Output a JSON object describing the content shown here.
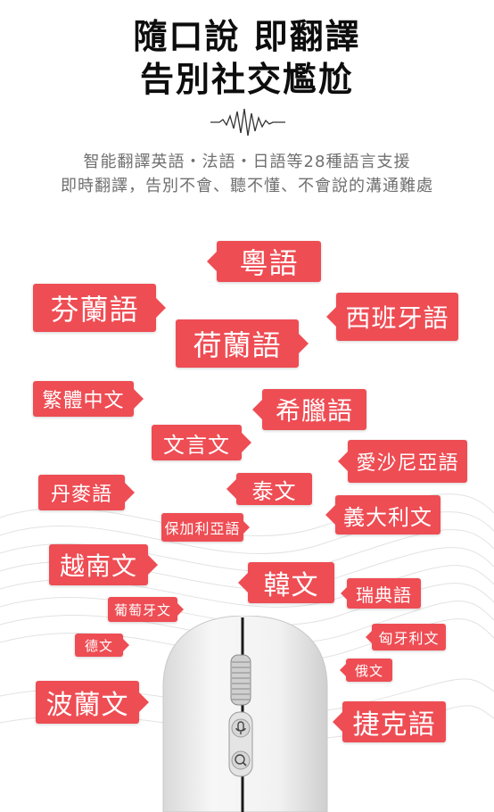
{
  "headline": {
    "line1": "隨口說 即翻譯",
    "line2": "告別社交尷尬"
  },
  "subtitle": {
    "line1": "智能翻譯英語・法語・日語等28種語言支援",
    "line2": "即時翻譯，告別不會、聽不懂、不會說的溝通難處"
  },
  "languages": {
    "cantonese": "粵語",
    "finnish": "芬蘭語",
    "spanish": "西班牙語",
    "dutch": "荷蘭語",
    "trad_chinese": "繁體中文",
    "greek": "希臘語",
    "classical_chinese": "文言文",
    "estonian": "愛沙尼亞語",
    "danish": "丹麥語",
    "thai": "泰文",
    "italian": "義大利文",
    "bulgarian": "保加利亞語",
    "vietnamese": "越南文",
    "korean": "韓文",
    "swedish": "瑞典語",
    "portuguese": "葡萄牙文",
    "german": "德文",
    "hungarian": "匈牙利文",
    "russian": "俄文",
    "polish": "波蘭文",
    "czech": "捷克語"
  },
  "colors": {
    "tag": "#ee4d54",
    "headline": "#0d0d0d",
    "subtitle": "#6f6f6f"
  },
  "icons": {
    "mic": "microphone-icon",
    "search": "search-icon"
  }
}
